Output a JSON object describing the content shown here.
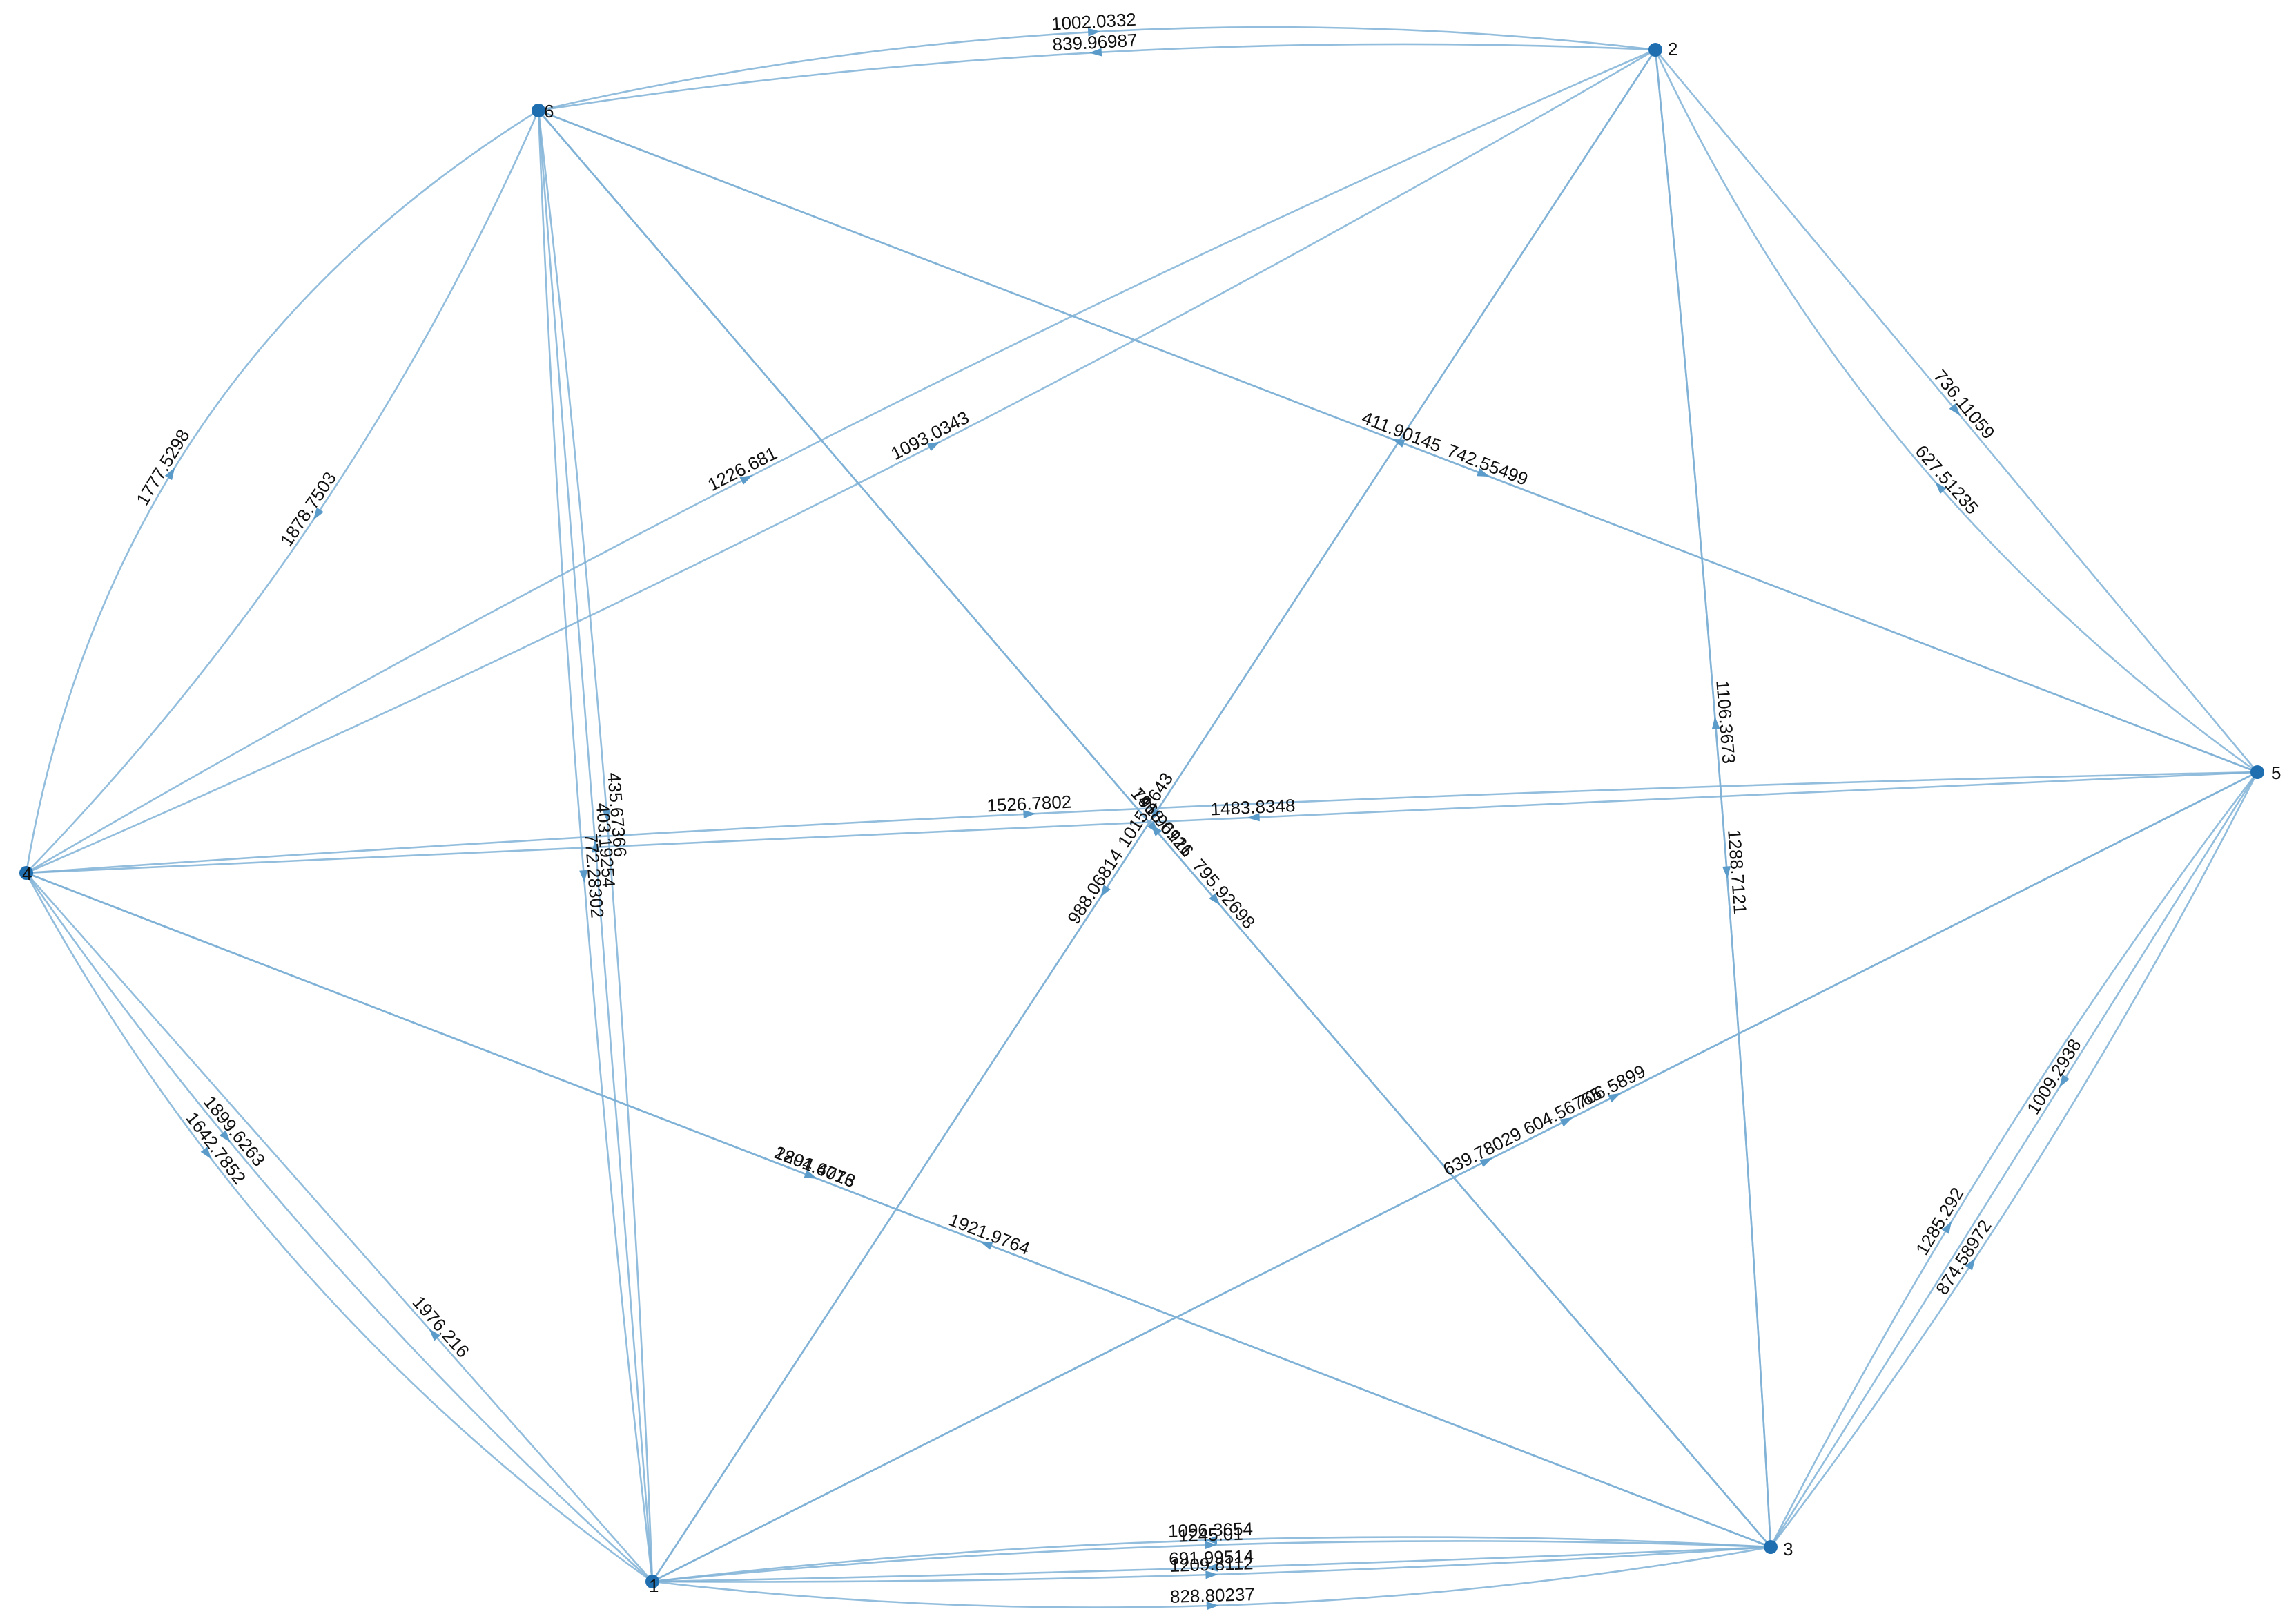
{
  "nodes": [
    {
      "id": "1",
      "label": "1"
    },
    {
      "id": "2",
      "label": "2"
    },
    {
      "id": "3",
      "label": "3"
    },
    {
      "id": "4",
      "label": "4"
    },
    {
      "id": "5",
      "label": "5"
    },
    {
      "id": "6",
      "label": "6"
    }
  ],
  "edges": [
    {
      "source": "6",
      "target": "2",
      "label": "1002.0332"
    },
    {
      "source": "2",
      "target": "6",
      "label": "839.96987"
    },
    {
      "source": "4",
      "target": "6",
      "label": "1777.5298"
    },
    {
      "source": "6",
      "target": "4",
      "label": "1878.7503"
    },
    {
      "source": "4",
      "target": "2",
      "label": "1093.0343"
    },
    {
      "source": "6",
      "target": "5",
      "label": "742.55499"
    },
    {
      "source": "5",
      "target": "6",
      "label": "411.90145"
    },
    {
      "source": "2",
      "target": "5",
      "label": "736.11059"
    },
    {
      "source": "5",
      "target": "2",
      "label": "627.51235"
    },
    {
      "source": "4",
      "target": "2",
      "label": "1226.681"
    },
    {
      "source": "2",
      "target": "1",
      "label": "988.06814"
    },
    {
      "source": "6",
      "target": "3",
      "label": "1468.0126"
    },
    {
      "source": "3",
      "target": "6",
      "label": "791.96911"
    },
    {
      "source": "2",
      "target": "1",
      "label": "1015.2643"
    },
    {
      "source": "6",
      "target": "1",
      "label": "435.67366"
    },
    {
      "source": "1",
      "target": "6",
      "label": "403.19254"
    },
    {
      "source": "6",
      "target": "1",
      "label": "772.28302"
    },
    {
      "source": "5",
      "target": "4",
      "label": "1483.8348"
    },
    {
      "source": "4",
      "target": "5",
      "label": "1526.7802"
    },
    {
      "source": "2",
      "target": "3",
      "label": "1288.7121"
    },
    {
      "source": "3",
      "target": "2",
      "label": "1106.3673"
    },
    {
      "source": "6",
      "target": "3",
      "label": "795.92698"
    },
    {
      "source": "1",
      "target": "5",
      "label": "706.5899"
    },
    {
      "source": "3",
      "target": "4",
      "label": "1921.9764"
    },
    {
      "source": "1",
      "target": "5",
      "label": "604.56765"
    },
    {
      "source": "4",
      "target": "3",
      "label": "1894.6016"
    },
    {
      "source": "4",
      "target": "1",
      "label": "1899.6263"
    },
    {
      "source": "1",
      "target": "4",
      "label": "1976.216"
    },
    {
      "source": "4",
      "target": "1",
      "label": "1642.7852"
    },
    {
      "source": "4",
      "target": "3",
      "label": "2201.4773"
    },
    {
      "source": "1",
      "target": "5",
      "label": "639.78029"
    },
    {
      "source": "3",
      "target": "5",
      "label": "1285.292"
    },
    {
      "source": "5",
      "target": "3",
      "label": "1009.2938"
    },
    {
      "source": "3",
      "target": "5",
      "label": "874.58972"
    },
    {
      "source": "1",
      "target": "3",
      "label": "828.80237"
    },
    {
      "source": "3",
      "target": "1",
      "label": "1096.3654"
    },
    {
      "source": "1",
      "target": "3",
      "label": "1209.8112"
    },
    {
      "source": "3",
      "target": "1",
      "label": "691.99514"
    },
    {
      "source": "1",
      "target": "3",
      "label": "1245.01"
    }
  ],
  "colors": {
    "edge": "#7fb2d6",
    "node": "#1f6fb0",
    "arrow": "#5b9bc9",
    "text": "#111111"
  }
}
